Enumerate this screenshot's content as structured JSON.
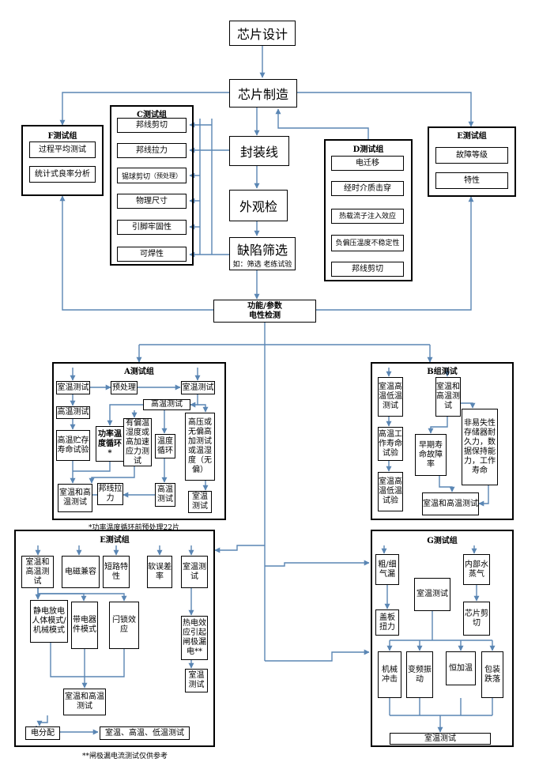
{
  "main": {
    "chip_design": "芯片设计",
    "chip_manufacture": "芯片制造",
    "packaging": "封装线",
    "visual_inspection": "外观检",
    "defect_screening": "缺陷筛选",
    "screening_example": "如：筛选 老练试验",
    "electrical_test_line1": "功能/参数",
    "electrical_test_line2": "电性检测"
  },
  "groups": {
    "F": {
      "title": "F测试组",
      "items": [
        "过程平均测试",
        "统计式良率分析"
      ]
    },
    "C": {
      "title": "C测试组",
      "items": [
        "邦线剪切",
        "邦线拉力",
        "锡球剪切",
        "物理尺寸",
        "引脚牢固性",
        "可焊性"
      ],
      "item3_suffix": "（预处理）"
    },
    "D": {
      "title": "D测试组",
      "items": [
        "电迁移",
        "经时介质击穿",
        "热载流子注入效应",
        "负偏压温度不稳定性",
        "邦线剪切"
      ]
    },
    "E_top": {
      "title": "E测试组",
      "items": [
        "故障等级",
        "特性"
      ]
    },
    "A": {
      "title": "A测试组",
      "room_temp_1": "室温测试",
      "pretreatment": "预处理",
      "room_temp_2": "室温测试",
      "high_temp_test": "高温测试",
      "high_temp_box": "高温测试",
      "high_temp_storage": "高温贮存寿命试验",
      "power_temp_cycle": "功率温度循环*",
      "biased_humidity": "有偏温湿度或高加速应力测试",
      "temp_cycle": "温度循环",
      "pressure_cooker": "高压或无偏高加测试或温湿度（无偏）",
      "room_high_test": "室温和高温测试",
      "wire_pull": "邦线拉力",
      "high_temp_test_2": "高温测试",
      "room_temp_3": "室温测试",
      "footnote": "*功率温度循环前预处理22片"
    },
    "B": {
      "title": "B组测试",
      "room_high_low_1": "室温高温低温测试",
      "room_high_test": "室温和高温测试",
      "high_temp_life": "高温工作寿命试验",
      "early_failure": "早期寿命故障率",
      "nvm_endurance": "非易失性存储器耐久力，数据保持能力，工作寿命",
      "room_high_low_2": "室温高温低温试验",
      "room_high_final": "室温和高温测试"
    },
    "E": {
      "title": "E测试组",
      "room_high_test": "室温和高温测试",
      "emc": "电磁兼容",
      "short_circuit": "短路特性",
      "soft_error": "软误差率",
      "room_temp": "室温测试",
      "esd_hbm_mm": "静电放电人体模式/机械模式",
      "esd_cdm": "带电器件模式",
      "latch_up": "闩锁效应",
      "hot_carrier_gate": "热电效应引起闸极漏电**",
      "room_temp_2": "室温测试",
      "room_high_test_2": "室温和高温测试",
      "electrical_dist": "电分配",
      "room_high_low": "室温、高温、低温测试",
      "footnote": "**闸极漏电流测试仅供参考"
    },
    "G": {
      "title": "G测试组",
      "gross_fine_leak": "粗/细气漏",
      "lid_torque": "盖板扭力",
      "room_temp": "室温测试",
      "internal_vapor": "内部水蒸气",
      "die_shear": "芯片剪切",
      "mech_shock": "机械冲击",
      "variable_vib": "变频振动",
      "const_accel": "恒加温",
      "package_drop": "包装跌落",
      "room_temp_final": "室温测试"
    }
  },
  "colors": {
    "connector": "#5a86b4",
    "box_border": "#000000",
    "background": "#ffffff"
  }
}
